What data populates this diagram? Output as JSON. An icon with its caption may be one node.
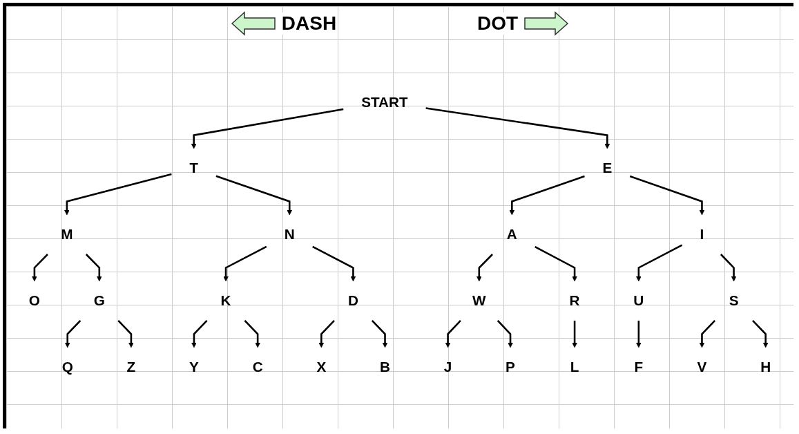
{
  "diagram": {
    "nodes": [
      {
        "text": [
          "START"
        ]
      },
      {
        "text": [
          "T"
        ]
      },
      {
        "text": [
          "E"
        ]
      },
      {
        "text": [
          "M"
        ]
      },
      {
        "text": [
          "N"
        ]
      },
      {
        "text": [
          "A"
        ]
      },
      {
        "text": [
          "I"
        ]
      },
      {
        "text": [
          "O"
        ]
      },
      {
        "text": [
          "G"
        ]
      },
      {
        "text": [
          "K"
        ]
      },
      {
        "text": [
          "D"
        ]
      },
      {
        "text": [
          "W"
        ]
      },
      {
        "text": [
          "R"
        ]
      },
      {
        "text": [
          "U"
        ]
      },
      {
        "text": [
          "S"
        ]
      },
      {
        "text": [
          "Q"
        ]
      },
      {
        "text": [
          "Z"
        ]
      },
      {
        "text": [
          "Y"
        ]
      },
      {
        "text": [
          "C"
        ]
      },
      {
        "text": [
          "X"
        ]
      },
      {
        "text": [
          "B"
        ]
      },
      {
        "text": [
          "J"
        ]
      },
      {
        "text": [
          "P"
        ]
      },
      {
        "text": [
          "L"
        ]
      },
      {
        "text": [
          "F"
        ]
      },
      {
        "text": [
          "V"
        ]
      },
      {
        "text": [
          "H"
        ]
      }
    ],
    "edges": [
      {
        "from": 0,
        "to": 1,
        "arrow": "to"
      },
      {
        "from": 0,
        "to": 2,
        "arrow": "to"
      },
      {
        "from": 1,
        "to": 3,
        "arrow": "to"
      },
      {
        "from": 1,
        "to": 4,
        "arrow": "to"
      },
      {
        "from": 2,
        "to": 5,
        "arrow": "to"
      },
      {
        "from": 2,
        "to": 6,
        "arrow": "to"
      },
      {
        "from": 3,
        "to": 7,
        "arrow": "to"
      },
      {
        "from": 3,
        "to": 8,
        "arrow": "to"
      },
      {
        "from": 4,
        "to": 9,
        "arrow": "to"
      },
      {
        "from": 4,
        "to": 10,
        "arrow": "to"
      },
      {
        "from": 5,
        "to": 11,
        "arrow": "to"
      },
      {
        "from": 5,
        "to": 12,
        "arrow": "to"
      },
      {
        "from": 6,
        "to": 13,
        "arrow": "to"
      },
      {
        "from": 6,
        "to": 14,
        "arrow": "to"
      },
      {
        "from": 8,
        "to": 15,
        "arrow": "to"
      },
      {
        "from": 8,
        "to": 16,
        "arrow": "to"
      },
      {
        "from": 9,
        "to": 17,
        "arrow": "to"
      },
      {
        "from": 9,
        "to": 18,
        "arrow": "to"
      },
      {
        "from": 10,
        "to": 19,
        "arrow": "to"
      },
      {
        "from": 10,
        "to": 20,
        "arrow": "to"
      },
      {
        "from": 11,
        "to": 21,
        "arrow": "to"
      },
      {
        "from": 11,
        "to": 22,
        "arrow": "to"
      },
      {
        "from": 12,
        "to": 23,
        "arrow": "to"
      },
      {
        "from": 13,
        "to": 24,
        "arrow": "to"
      },
      {
        "from": 14,
        "to": 25,
        "arrow": "to"
      },
      {
        "from": 14,
        "to": 26,
        "arrow": "to"
      }
    ],
    "labels": [
      "DASH",
      "DOT"
    ]
  }
}
